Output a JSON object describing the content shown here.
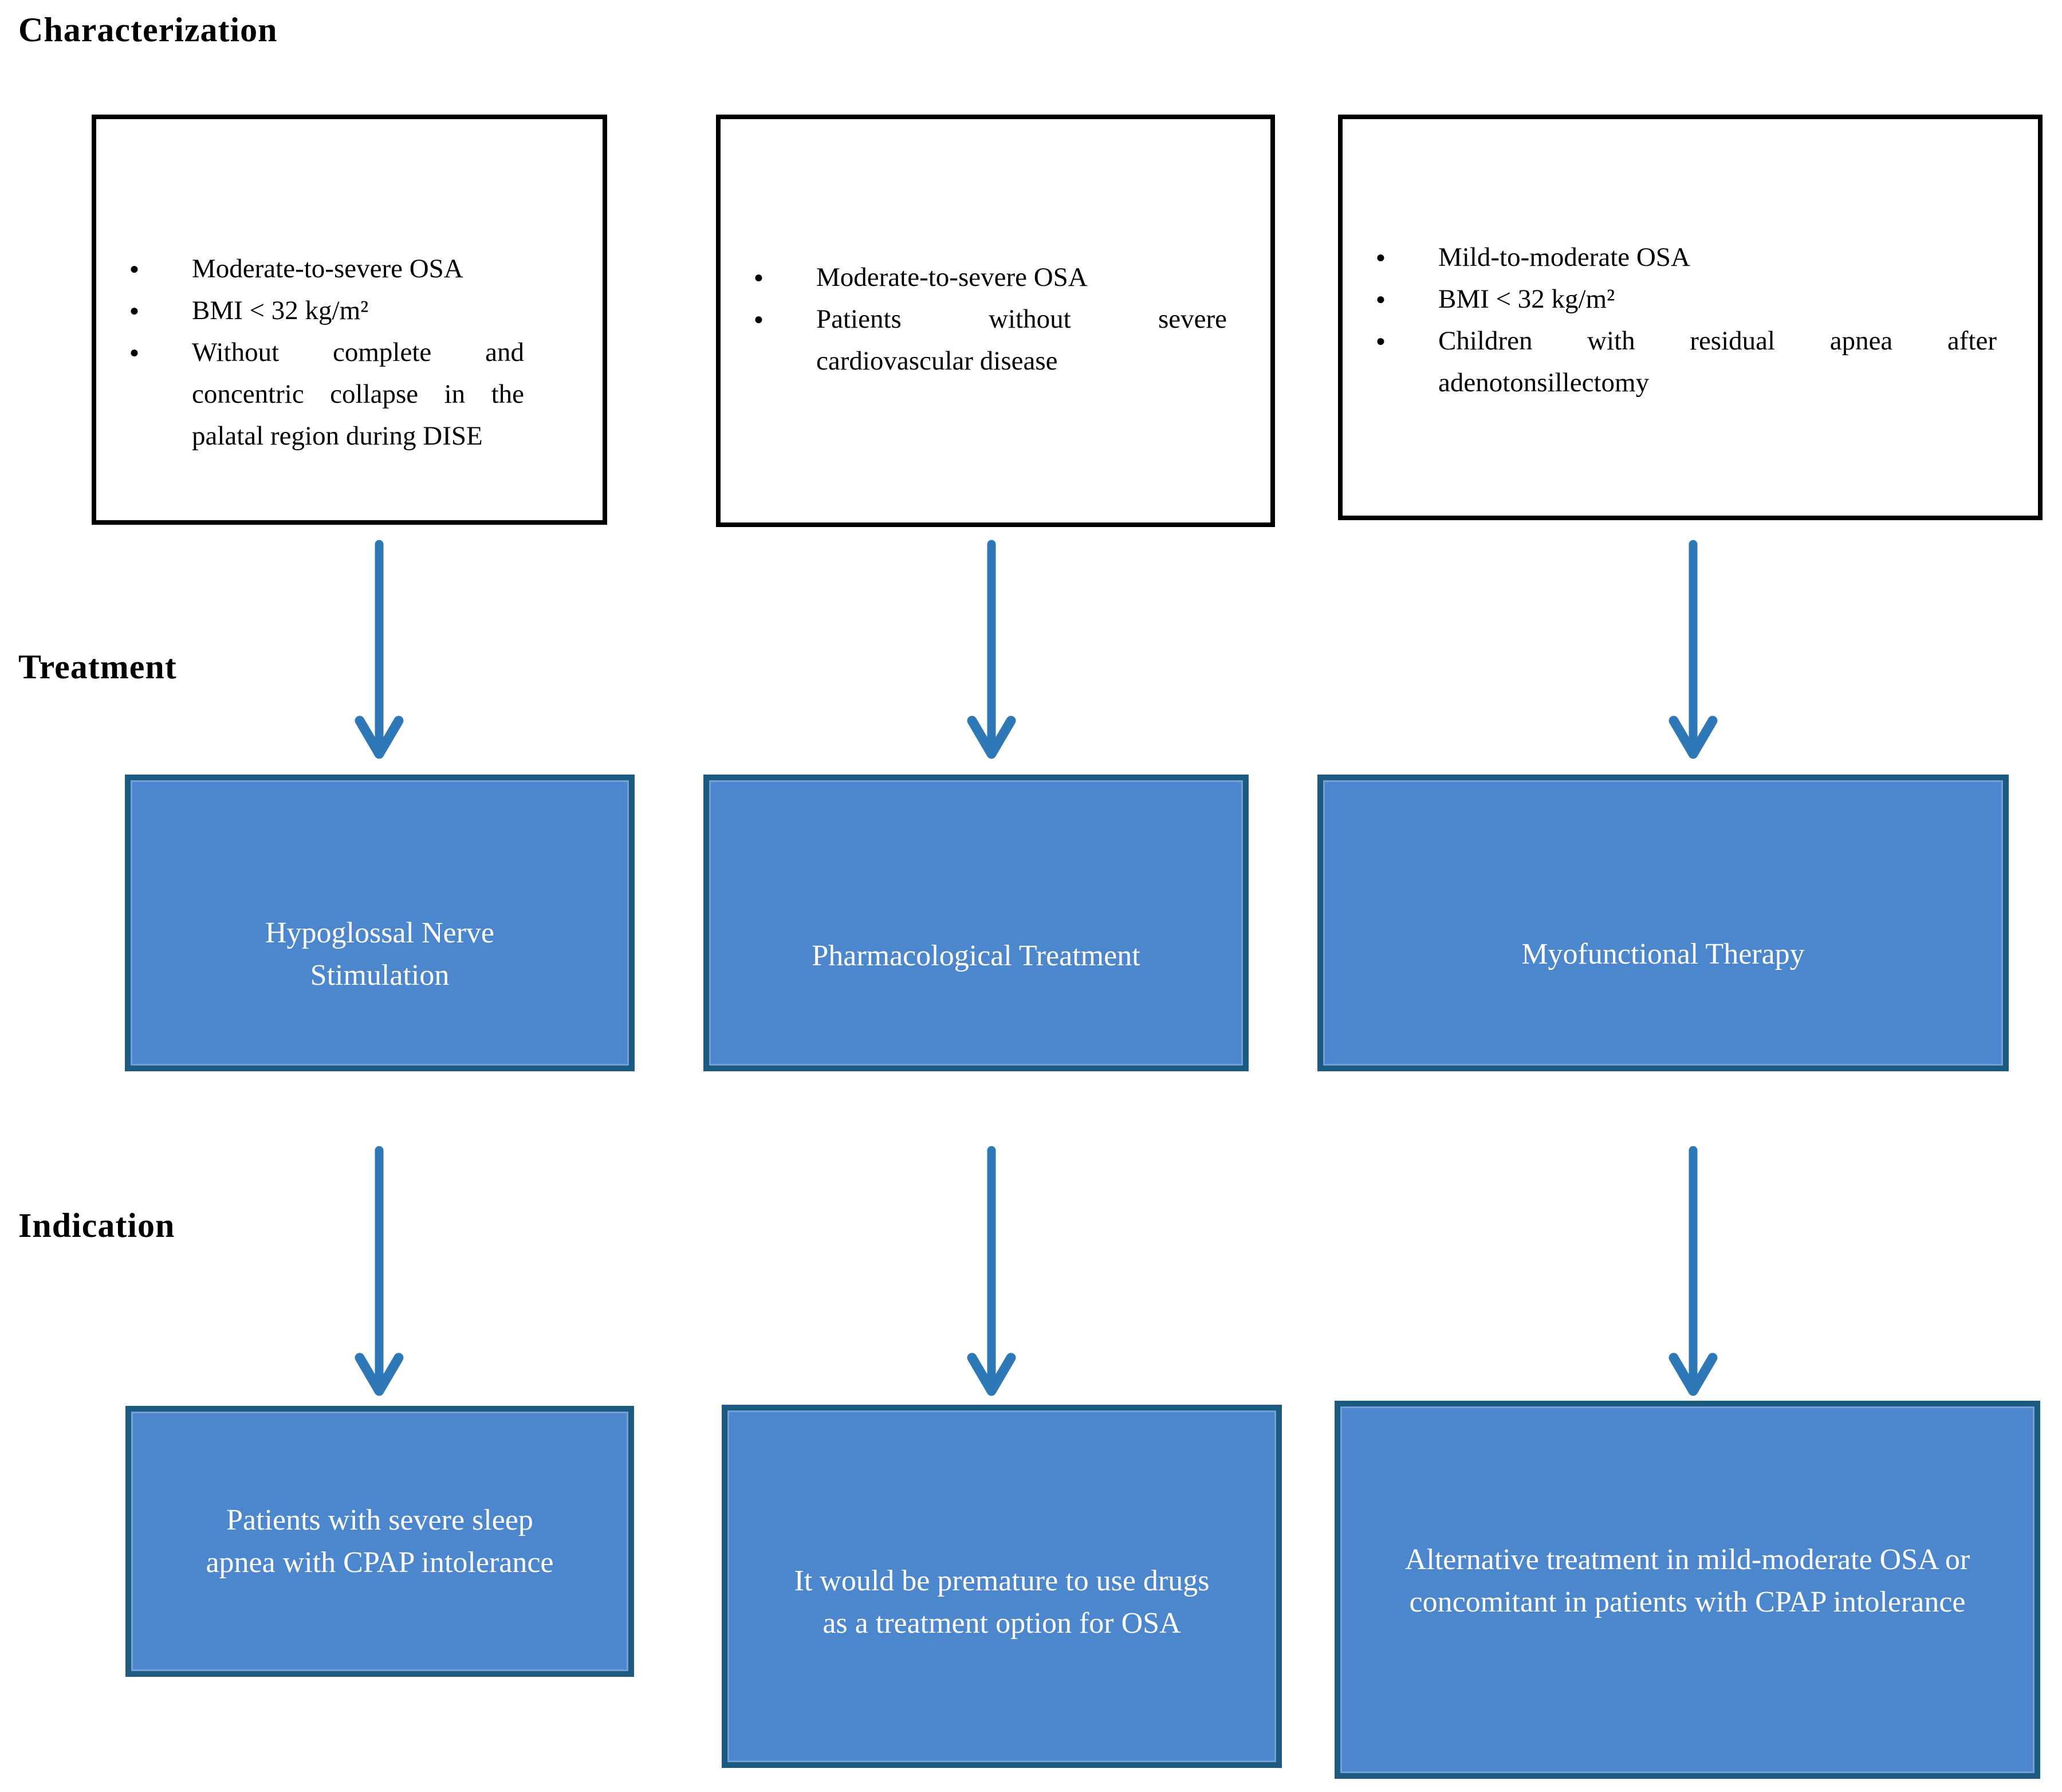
{
  "figure": {
    "row_labels": {
      "characterization": "Characterization",
      "treatment": "Treatment",
      "indication": "Indication"
    },
    "columns": [
      {
        "characterization_bullets": [
          "Moderate-to-severe OSA",
          "BMI < 32 kg/m²",
          "Without complete and concentric collapse in the palatal region during DISE"
        ],
        "treatment": "Hypoglossal Nerve Stimulation",
        "indication": "Patients with severe sleep apnea with CPAP intolerance"
      },
      {
        "characterization_bullets": [
          "Moderate-to-severe OSA",
          "Patients without severe cardiovascular disease"
        ],
        "treatment": "Pharmacological Treatment",
        "indication": "It would be premature to use drugs as a treatment option for OSA"
      },
      {
        "characterization_bullets": [
          "Mild-to-moderate OSA",
          "BMI < 32 kg/m²",
          "Children with residual apnea after adenotonsillectomy"
        ],
        "treatment": "Myofunctional Therapy",
        "indication": "Alternative treatment in mild-moderate OSA or concomitant in patients with CPAP intolerance"
      }
    ]
  },
  "colors": {
    "treatment_box_fill": "#4C86CD",
    "treatment_box_border": "#1E5B80",
    "arrow": "#2E78B8",
    "characterization_box_border": "#000000",
    "label_text": "#000000",
    "box_text": "#FFFFFF"
  }
}
